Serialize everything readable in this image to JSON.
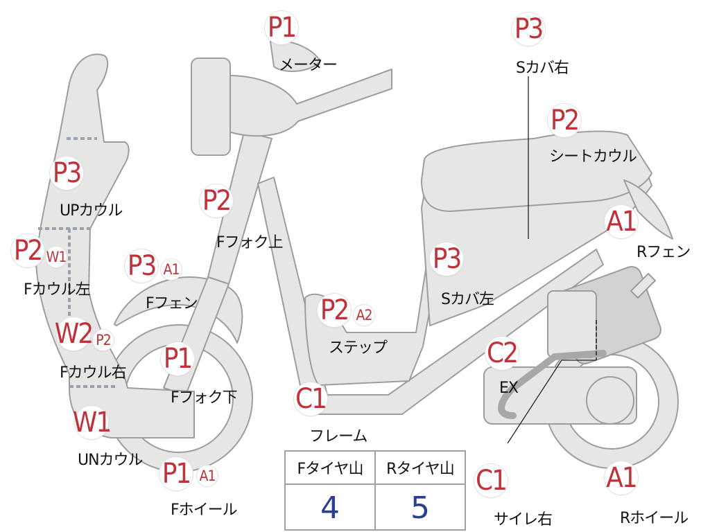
{
  "badges": {
    "meter": "P1",
    "seat_cover_right": "P3",
    "seat_cowl": "P2",
    "up_cowl": "P3",
    "f_cowl_left_p": "P2",
    "f_cowl_left_w": "W1",
    "f_fender_p": "P3",
    "f_fender_a": "A1",
    "f_fork_upper": "P2",
    "r_fender": "A1",
    "seat_cover_left": "P3",
    "step_p": "P2",
    "step_a": "A2",
    "f_cowl_right_w": "W2",
    "f_cowl_right_p": "P2",
    "f_fork_lower": "P1",
    "ex": "C2",
    "frame": "C1",
    "un_cowl": "W1",
    "f_wheel_p": "P1",
    "f_wheel_a": "A1",
    "muffler_right": "C1",
    "r_wheel": "A1"
  },
  "labels": {
    "meter": "メーター",
    "seat_cover_right": "Sカバ右",
    "seat_cowl": "シートカウル",
    "up_cowl": "UPカウル",
    "f_cowl_left": "Fカウル左",
    "f_fender": "Fフェン",
    "f_fork_upper": "Fフォク上",
    "r_fender": "Rフェン",
    "seat_cover_left": "Sカバ左",
    "step": "ステップ",
    "f_cowl_right": "Fカウル右",
    "f_fork_lower": "Fフォク下",
    "ex": "EX",
    "frame": "フレーム",
    "un_cowl": "UNカウル",
    "f_wheel": "Fホイール",
    "muffler_right": "サイレ右",
    "r_wheel": "Rホイール"
  },
  "tire_table": {
    "headers": [
      "Fタイヤ山",
      "Rタイヤ山"
    ],
    "values": [
      "4",
      "5"
    ]
  }
}
